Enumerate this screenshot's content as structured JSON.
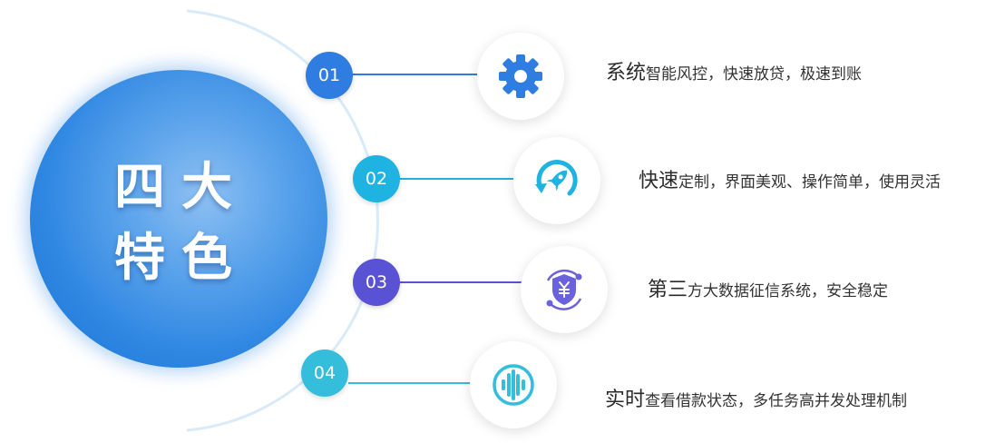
{
  "title": {
    "line1": "四大",
    "line2": "特色"
  },
  "features": [
    {
      "number": "01",
      "icon": "gear-icon",
      "color": "#2f7de0",
      "lead": "系统",
      "rest": "智能风控，快速放贷，极速到账"
    },
    {
      "number": "02",
      "icon": "rocket-refresh-icon",
      "color": "#1eb3e0",
      "lead": "快速",
      "rest": "定制，界面美观、操作简单，使用灵活"
    },
    {
      "number": "03",
      "icon": "shield-yen-icon",
      "color": "#5a52d4",
      "lead": "第三",
      "rest": "方大数据征信系统，安全稳定"
    },
    {
      "number": "04",
      "icon": "sound-wave-icon",
      "color": "#35bedc",
      "lead": "实时",
      "rest": "查看借款状态，多任务高并发处理机制"
    }
  ]
}
